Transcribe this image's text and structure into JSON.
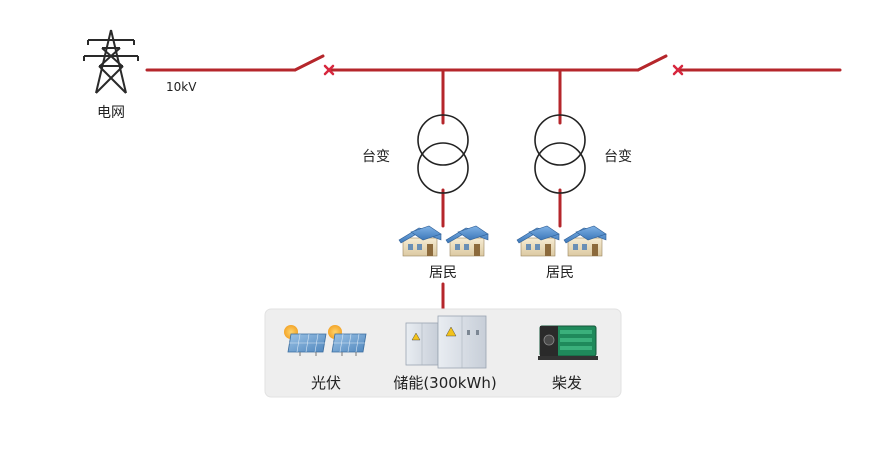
{
  "labels": {
    "grid": "电网",
    "voltage": "10kV",
    "transformer_left": "台变",
    "transformer_right": "台变",
    "residents_left": "居民",
    "residents_right": "居民",
    "pv": "光伏",
    "storage": "储能(300kWh)",
    "diesel": "柴发"
  },
  "colors": {
    "line": "#b5262b",
    "switch_x": "#d7263d",
    "transformer": "#222222",
    "panel": "#eeeeee",
    "diesel_green": "#1f8a5b",
    "house_roof": "#4a86c8"
  },
  "icons": [
    "power-tower-icon",
    "switch-icon",
    "transformer-icon",
    "house-icon",
    "solar-panel-icon",
    "battery-cabinet-icon",
    "diesel-generator-icon"
  ]
}
